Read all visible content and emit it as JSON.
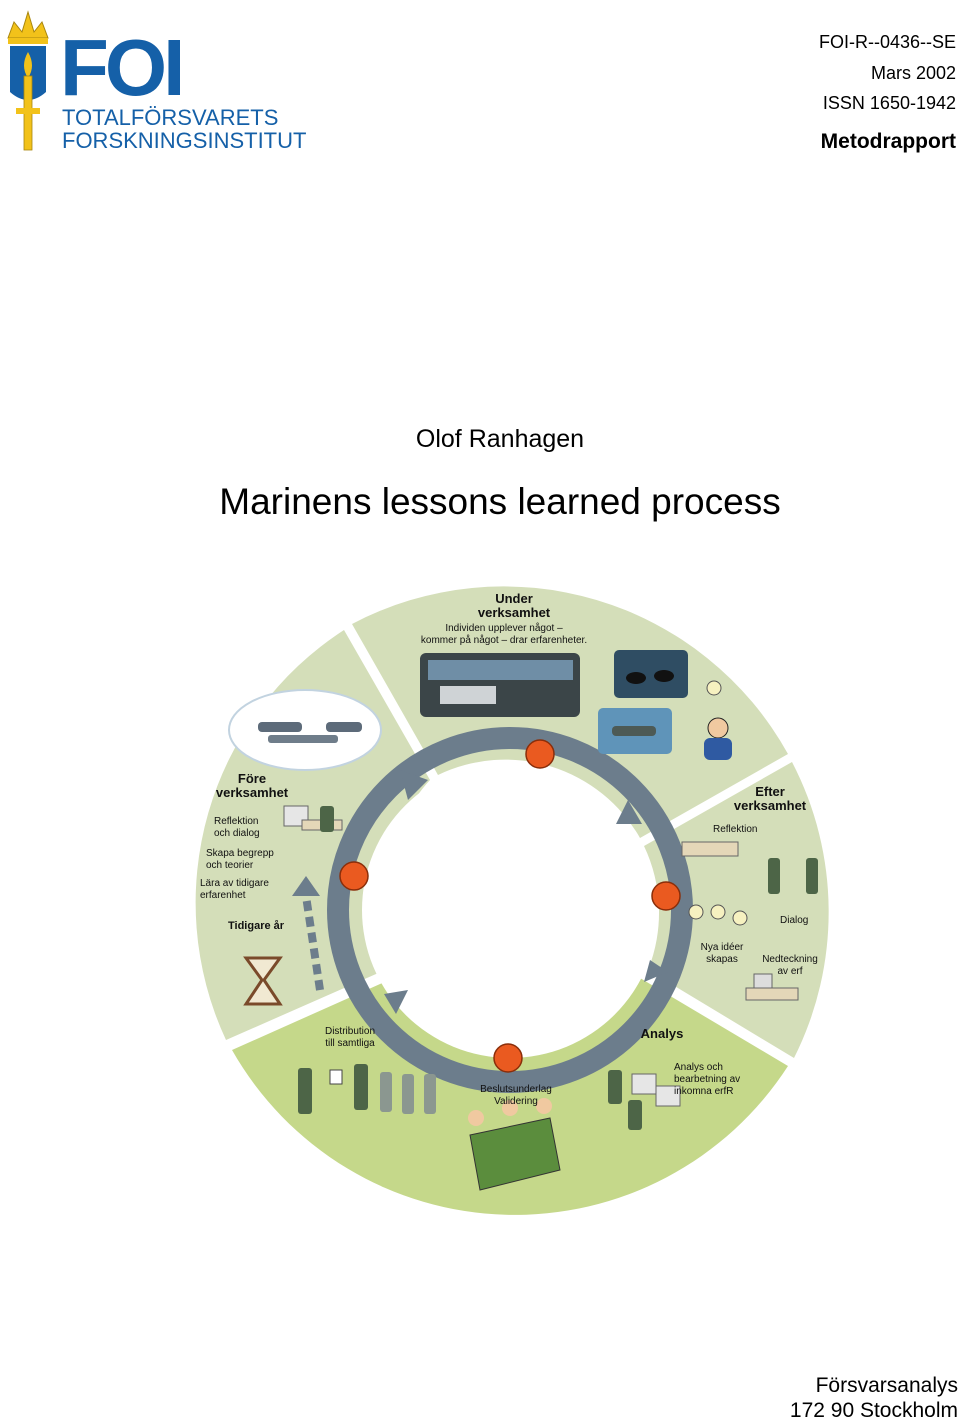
{
  "header": {
    "logo_text": "FOI",
    "org_line1": "TOTALFÖRSVARETS",
    "org_line2": "FORSKNINGSINSTITUT",
    "report_number": "FOI-R--0436--SE",
    "date": "Mars 2002",
    "issn": "ISSN 1650-1942",
    "report_type": "Metodrapport"
  },
  "author": "Olof Ranhagen",
  "title": "Marinens lessons learned process",
  "diagram": {
    "under": {
      "title1": "Under",
      "title2": "verksamhet",
      "desc1": "Individen upplever något –",
      "desc2": "kommer på något – drar erfarenheter."
    },
    "efter": {
      "title1": "Efter",
      "title2": "verksamhet",
      "reflektion": "Reflektion",
      "dialog": "Dialog",
      "nya1": "Nya idéer",
      "nya2": "skapas",
      "ned1": "Nedteckning",
      "ned2": "av erf"
    },
    "analys": {
      "title": "Analys",
      "desc1": "Analys och",
      "desc2": "bearbetning av",
      "desc3": "inkomna erfR",
      "beslut1": "Beslutsunderlag",
      "beslut2": "Validering",
      "dist1": "Distribution",
      "dist2": "till samtliga"
    },
    "fore": {
      "title1": "Före",
      "title2": "verksamhet",
      "r1": "Reflektion",
      "r2": "och dialog",
      "s1": "Skapa begrepp",
      "s2": "och teorier",
      "l1": "Lära av tidigare",
      "l2": "erfarenhet",
      "tidigare": "Tidigare år"
    },
    "colors": {
      "segment": "#d4deb9",
      "analys_segment": "#c5d88a",
      "ring": "#6c7d8c",
      "node": "#ea5a20"
    }
  },
  "footer": {
    "line1": "Försvarsanalys",
    "line2": "172 90 Stockholm"
  }
}
